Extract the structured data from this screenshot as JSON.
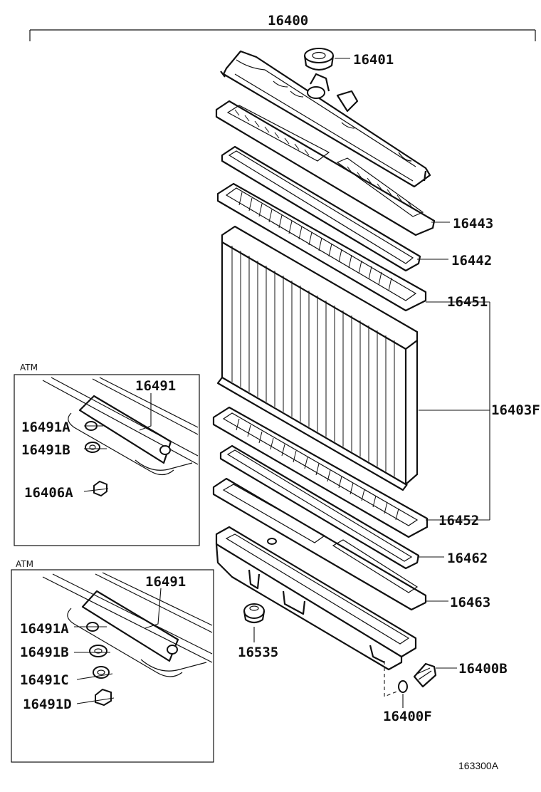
{
  "diagram": {
    "assembly_number": "16400",
    "drawing_id": "163300A",
    "parts": [
      {
        "id": "16401"
      },
      {
        "id": "16443"
      },
      {
        "id": "16442"
      },
      {
        "id": "16451"
      },
      {
        "id": "16403F"
      },
      {
        "id": "16452"
      },
      {
        "id": "16462"
      },
      {
        "id": "16463"
      },
      {
        "id": "16535"
      },
      {
        "id": "16400B"
      },
      {
        "id": "16400F"
      }
    ],
    "inset_top": {
      "tag": "ATM",
      "labels": [
        "16491",
        "16491A",
        "16491B",
        "16406A"
      ]
    },
    "inset_bottom": {
      "tag": "ATM",
      "labels": [
        "16491",
        "16491A",
        "16491B",
        "16491C",
        "16491D"
      ]
    }
  }
}
